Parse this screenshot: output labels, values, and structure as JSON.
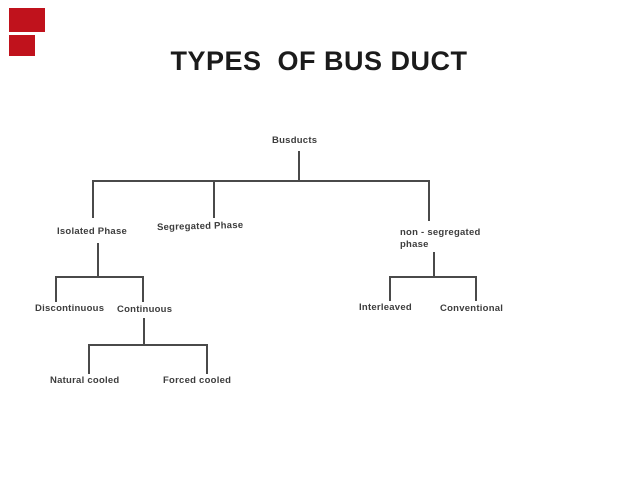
{
  "slide": {
    "title": "TYPES  OF BUS DUCT"
  },
  "decor": {
    "red_mark_color": "#c0121c",
    "red_marks": [
      "red-mark-large",
      "red-mark-small"
    ]
  },
  "colors": {
    "background": "#ffffff",
    "line": "#4a4a4a",
    "label_text": "#3d3d3d",
    "title_text": "#1b1b1b"
  },
  "nodes": {
    "root": "Busducts",
    "isolated": "Isolated Phase",
    "segregated": "Segregated Phase",
    "non_segregated_line1": "non - segregated",
    "non_segregated_line2": "phase",
    "discontinuous": "Discontinuous",
    "continuous": "Continuous",
    "natural_cooled": "Natural cooled",
    "forced_cooled": "Forced cooled",
    "interleaved": "Interleaved",
    "conventional": "Conventional"
  },
  "tree": {
    "label": "Busducts",
    "children": [
      {
        "label": "Isolated Phase",
        "children": [
          {
            "label": "Discontinuous",
            "children": []
          },
          {
            "label": "Continuous",
            "children": [
              {
                "label": "Natural cooled",
                "children": []
              },
              {
                "label": "Forced cooled",
                "children": []
              }
            ]
          }
        ]
      },
      {
        "label": "Segregated Phase",
        "children": []
      },
      {
        "label": "non - segregated phase",
        "children": [
          {
            "label": "Interleaved",
            "children": []
          },
          {
            "label": "Conventional",
            "children": []
          }
        ]
      }
    ]
  }
}
